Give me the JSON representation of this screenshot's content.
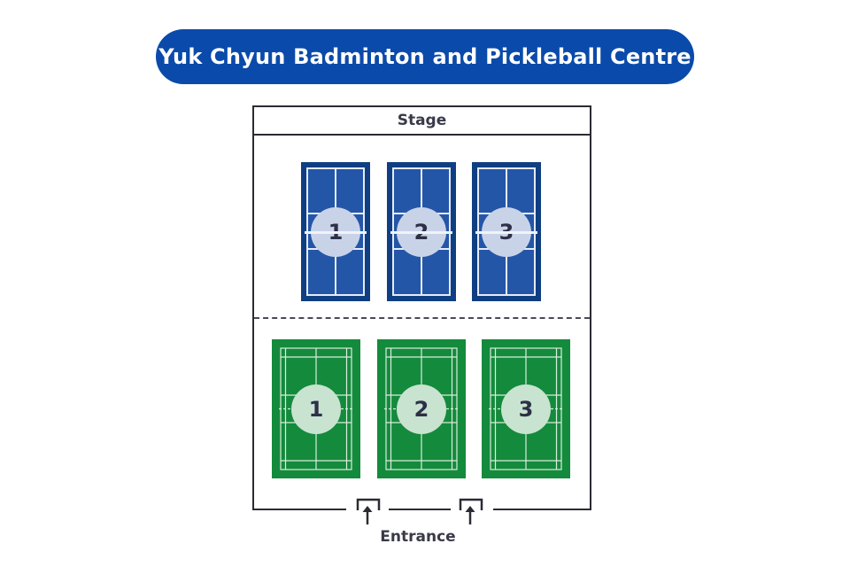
{
  "title": "Yuk Chyun Badminton and Pickleball Centre",
  "stage_label": "Stage",
  "entrance_label": "Entrance",
  "colors": {
    "title_bg": "#0a4aaa",
    "pickleball_outer": "#0f3f82",
    "pickleball_inner": "#2456a8",
    "badminton": "#148a3c",
    "walls": "#2b2b35"
  },
  "pickleball_courts": [
    {
      "number": "1"
    },
    {
      "number": "2"
    },
    {
      "number": "3"
    }
  ],
  "badminton_courts": [
    {
      "number": "1"
    },
    {
      "number": "2"
    },
    {
      "number": "3"
    }
  ],
  "entrances": [
    {
      "icon": "arrow-up-icon"
    },
    {
      "icon": "arrow-up-icon"
    }
  ]
}
